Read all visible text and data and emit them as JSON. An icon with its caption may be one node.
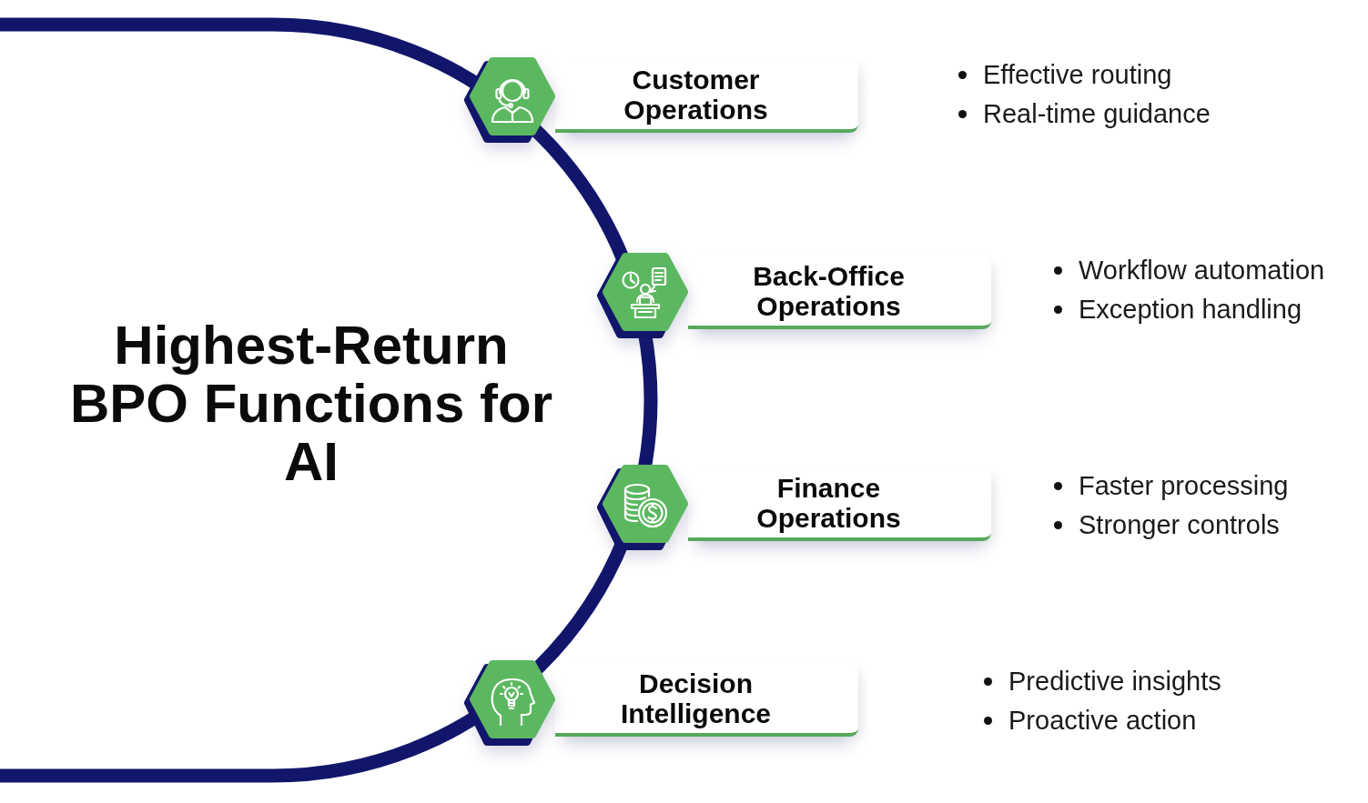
{
  "diagram": {
    "title": "Highest-Return BPO Functions for AI",
    "nodes": [
      {
        "text": [
          "Customer Operations"
        ],
        "beside": [
          "Effective routing",
          "Real-time guidance"
        ]
      },
      {
        "text": [
          "Back-Office Operations"
        ],
        "beside": [
          "Workflow automation",
          "Exception handling"
        ]
      },
      {
        "text": [
          "Finance Operations"
        ],
        "beside": [
          "Faster processing",
          "Stronger controls"
        ]
      },
      {
        "text": [
          "Decision Intelligence"
        ],
        "beside": [
          "Predictive insights",
          "Proactive action"
        ]
      }
    ]
  }
}
